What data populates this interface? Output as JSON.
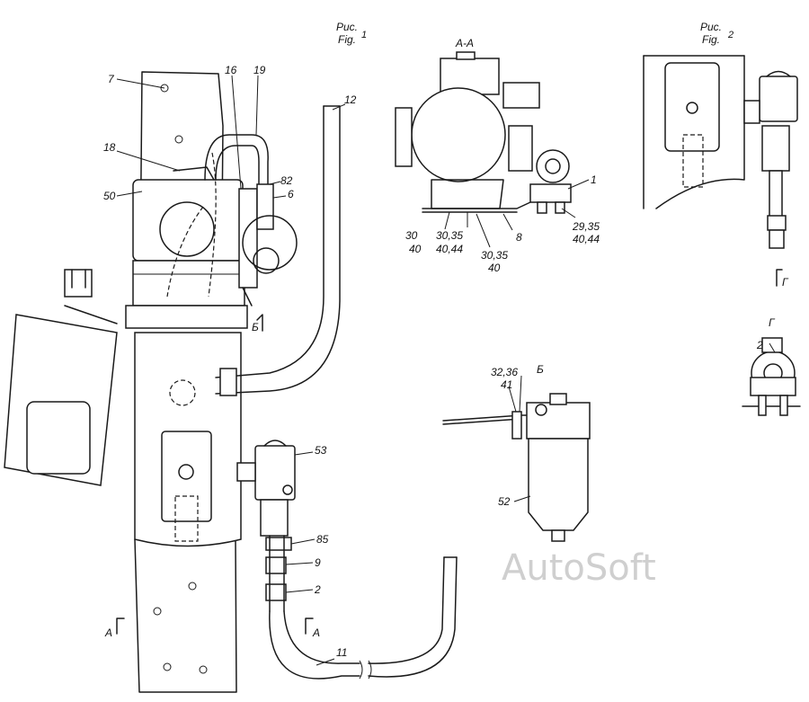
{
  "figures": {
    "fig1": {
      "ru": "Рис.",
      "en": "Fig.",
      "num": "1"
    },
    "fig2": {
      "ru": "Рис.",
      "en": "Fig.",
      "num": "2"
    }
  },
  "views": {
    "section_aa": "А-А",
    "view_b": "Б",
    "view_g": "Г",
    "arrow_a_left": "А",
    "arrow_a_right": "А",
    "arrow_b": "Б",
    "arrow_g": "Г"
  },
  "callouts": {
    "main": [
      "7",
      "16",
      "19",
      "12",
      "18",
      "82",
      "6",
      "50",
      "53",
      "85",
      "9",
      "2",
      "11"
    ],
    "section_aa": [
      "1",
      "29,35",
      "40,44",
      "8",
      "30,35",
      "40",
      "30,35",
      "40,44",
      "30",
      "40"
    ],
    "view_b": [
      "32,36",
      "41",
      "52"
    ],
    "view_g": [
      "2"
    ]
  },
  "watermark": "AutoSoft"
}
